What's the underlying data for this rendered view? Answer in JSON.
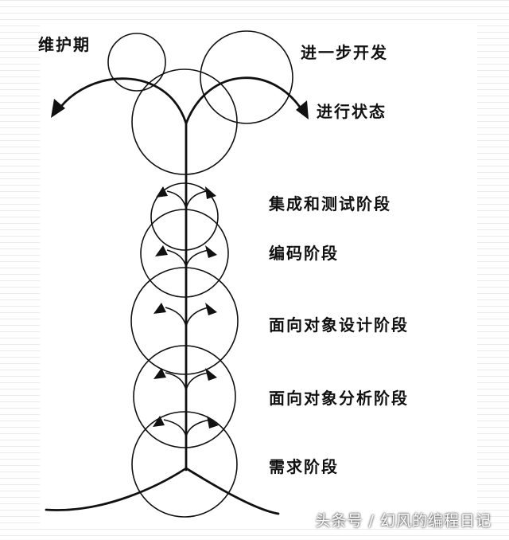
{
  "labels": {
    "maintenance": "维护期",
    "further_development": "进一步开发",
    "in_progress": "进行状态",
    "integration_testing": "集成和测试阶段",
    "coding": "编码阶段",
    "oo_design": "面向对象设计阶段",
    "oo_analysis": "面向对象分析阶段",
    "requirements": "需求阶段"
  },
  "watermark": "头条号 / 幻风的编程日记",
  "colors": {
    "stroke": "#111111",
    "background": "#ffffff"
  },
  "icons": [
    "arrowhead-icon"
  ]
}
